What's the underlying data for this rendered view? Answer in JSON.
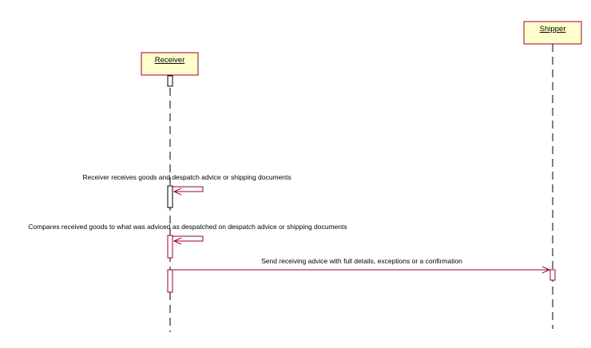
{
  "actors": {
    "receiver": {
      "label": "Receiver"
    },
    "shipper": {
      "label": "Shipper"
    }
  },
  "messages": {
    "receive_goods": {
      "label": "Receiver receives goods and despatch advice or shipping documents"
    },
    "compare_goods": {
      "label": "Compares received goods to what was adviced as despatched on despatch advice or shipping documents"
    },
    "send_advice": {
      "label": "Send receiving advice with full details, exceptions or a confirmation"
    }
  },
  "colors": {
    "actor_fill": "#ffffcc",
    "outline": "#990033",
    "lifeline": "#000000"
  }
}
